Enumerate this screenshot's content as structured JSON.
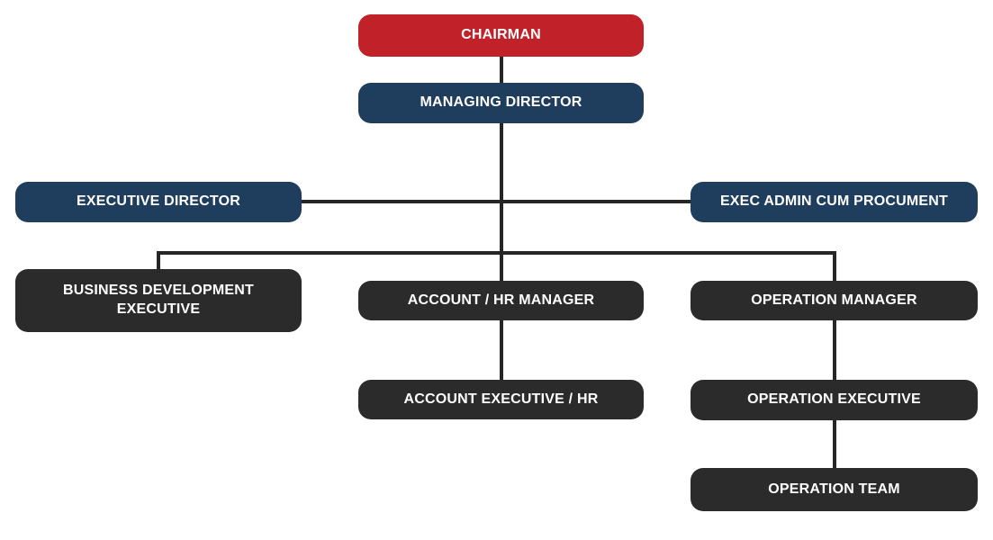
{
  "colors": {
    "background": "#ffffff",
    "chairman_red": "#c12128",
    "director_blue": "#1f3d5c",
    "node_dark": "#2b2b2b",
    "line": "#262626",
    "text": "#ffffff"
  },
  "nodes": {
    "chairman": {
      "label": "CHAIRMAN"
    },
    "managing_director": {
      "label": "MANAGING DIRECTOR"
    },
    "executive_director": {
      "label": "EXECUTIVE DIRECTOR"
    },
    "exec_admin": {
      "label": "EXEC ADMIN CUM PROCUMENT"
    },
    "business_dev": {
      "label": "BUSINESS DEVELOPMENT EXECUTIVE"
    },
    "account_hr_manager": {
      "label": "ACCOUNT / HR MANAGER"
    },
    "operation_manager": {
      "label": "OPERATION MANAGER"
    },
    "account_executive": {
      "label": "ACCOUNT EXECUTIVE / HR"
    },
    "operation_executive": {
      "label": "OPERATION EXECUTIVE"
    },
    "operation_team": {
      "label": "OPERATION TEAM"
    }
  },
  "edges": [
    {
      "from": "chairman",
      "to": "managing_director"
    },
    {
      "from": "managing_director",
      "to": "executive_director"
    },
    {
      "from": "managing_director",
      "to": "exec_admin"
    },
    {
      "from": "managing_director",
      "to": "business_dev"
    },
    {
      "from": "managing_director",
      "to": "account_hr_manager"
    },
    {
      "from": "managing_director",
      "to": "operation_manager"
    },
    {
      "from": "account_hr_manager",
      "to": "account_executive"
    },
    {
      "from": "operation_manager",
      "to": "operation_executive"
    },
    {
      "from": "operation_executive",
      "to": "operation_team"
    }
  ]
}
